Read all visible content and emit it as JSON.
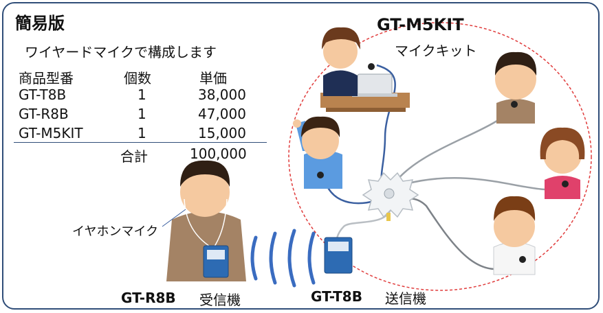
{
  "title": "簡易版",
  "subtitle": "ワイヤードマイクで構成します",
  "table": {
    "headers": [
      "商品型番",
      "個数",
      "単価"
    ],
    "rows": [
      {
        "model": "GT-T8B",
        "qty": "1",
        "price": "38,000"
      },
      {
        "model": "GT-R8B",
        "qty": "1",
        "price": "47,000"
      },
      {
        "model": "GT-M5KIT",
        "qty": "1",
        "price": "15,000"
      }
    ],
    "total_label": "合計",
    "total_value": "100,000"
  },
  "kit": {
    "model": "GT-M5KIT",
    "name": "マイクキット"
  },
  "earphone_label": "イヤホンマイク",
  "receiver": {
    "model": "GT-R8B",
    "role": "受信機"
  },
  "transmitter": {
    "model": "GT-T8B",
    "role": "送信機"
  },
  "colors": {
    "frame": "#2f4d78",
    "ellipse": "#e03b3b",
    "waves": "#3a6cc0",
    "device": "#2d6bb3"
  }
}
